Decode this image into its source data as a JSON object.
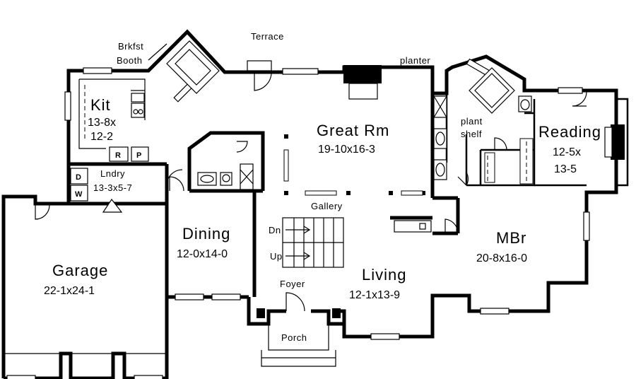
{
  "rooms": {
    "terrace": {
      "name": "Terrace"
    },
    "brkfst": {
      "line1": "Brkfst",
      "line2": "Booth"
    },
    "planter": {
      "name": "planter"
    },
    "kit": {
      "name": "Kit",
      "dim1": "13-8x",
      "dim2": "12-2"
    },
    "kit_r": {
      "name": "R"
    },
    "kit_p": {
      "name": "P"
    },
    "great": {
      "name": "Great Rm",
      "dim": "19-10x16-3"
    },
    "plant_shelf": {
      "line1": "plant",
      "line2": "shelf"
    },
    "reading": {
      "name": "Reading",
      "dim1": "12-5x",
      "dim2": "13-5"
    },
    "laundry": {
      "name": "Lndry",
      "dim": "13-3x5-7",
      "d": "D",
      "w": "W"
    },
    "gallery": {
      "name": "Gallery"
    },
    "dining": {
      "name": "Dining",
      "dim": "12-0x14-0"
    },
    "mbr": {
      "name": "MBr",
      "dim": "20-8x16-0"
    },
    "garage": {
      "name": "Garage",
      "dim": "22-1x24-1"
    },
    "stairs": {
      "dn": "Dn",
      "up": "Up"
    },
    "living": {
      "name": "Living",
      "dim": "12-1x13-9"
    },
    "foyer": {
      "name": "Foyer"
    },
    "porch": {
      "name": "Porch"
    }
  }
}
